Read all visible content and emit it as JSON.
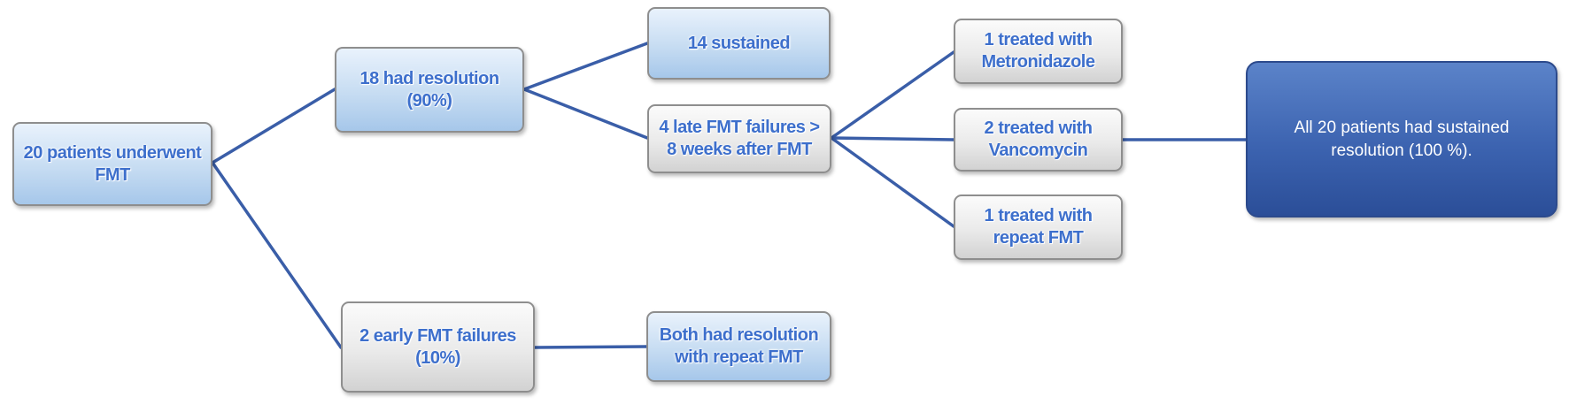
{
  "nodes": {
    "start": "20 patients underwent\nFMT",
    "resolution": "18 had resolution\n(90%)",
    "early_failures": "2 early FMT failures\n(10%)",
    "sustained": "14 sustained",
    "late_failures": "4  late FMT failures  >\n8 weeks after FMT",
    "early_outcome": "Both had resolution\nwith repeat FMT",
    "metronidazole": "1 treated with\nMetronidazole",
    "vancomycin": "2 treated with\nVancomycin",
    "repeat_fmt": "1 treated with\nrepeat FMT",
    "final": "All 20 patients had sustained\nresolution (100 %)."
  },
  "colors": {
    "connector": "#3a5ea8",
    "node_text": "#3d6fcc",
    "final_fill": "#3c63b0"
  }
}
